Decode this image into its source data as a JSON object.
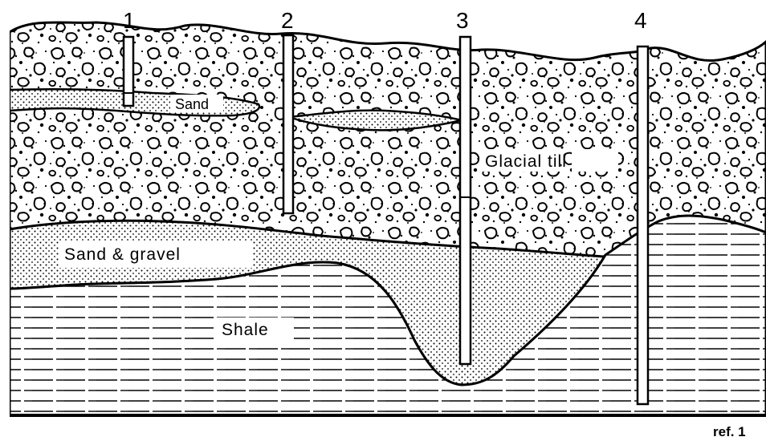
{
  "wells": [
    {
      "label": "1"
    },
    {
      "label": "2"
    },
    {
      "label": "3"
    },
    {
      "label": "4"
    }
  ],
  "layers": {
    "sand": "Sand",
    "glacial_till": "Glacial till",
    "sand_gravel": "Sand & gravel",
    "shale": "Shale"
  },
  "reference": "ref. 1"
}
